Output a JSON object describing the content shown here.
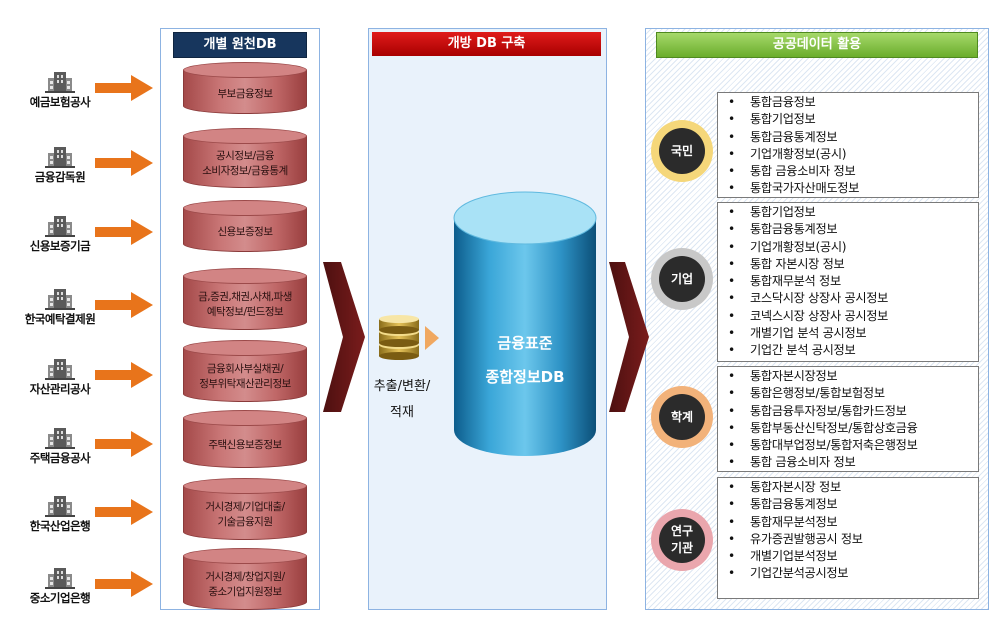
{
  "headers": {
    "left": "개별 원천DB",
    "middle": "개방 DB 구축",
    "right": "공공데이터 활용"
  },
  "institutions": [
    {
      "name": "예금보험공사",
      "icon": "building-icon"
    },
    {
      "name": "금융감독원",
      "icon": "building-icon"
    },
    {
      "name": "신용보증기금",
      "icon": "building-icon"
    },
    {
      "name": "한국예탁결제원",
      "icon": "building-icon"
    },
    {
      "name": "자산관리공사",
      "icon": "building-icon"
    },
    {
      "name": "주택금융공사",
      "icon": "building-icon"
    },
    {
      "name": "한국산업은행",
      "icon": "building-icon"
    },
    {
      "name": "중소기업은행",
      "icon": "building-icon"
    }
  ],
  "source_dbs": [
    [
      "부보금융정보"
    ],
    [
      "공시정보/금융",
      "소비자정보/금융통계"
    ],
    [
      "신용보증정보"
    ],
    [
      "금,증권,채권,사채,파생",
      "예탁정보/펀드정보"
    ],
    [
      "금융회사부실채권/",
      "정부위탁재산관리정보"
    ],
    [
      "주택신용보증정보"
    ],
    [
      "거시경제/기업대출/",
      "기술금융지원"
    ],
    [
      "거시경제/창업지원/",
      "중소기업지원정보"
    ]
  ],
  "process": {
    "label_line1": "추출/변환/",
    "label_line2": "적재",
    "central_db_line1": "금융표준",
    "central_db_line2": "종합정보DB"
  },
  "users": [
    {
      "name": [
        "국민"
      ],
      "ring_color": "#f5d77a",
      "items": [
        "통합금융정보",
        "통합기업정보",
        "통합금융통계정보",
        "기업개황정보(공시)",
        "통합 금융소비자 정보",
        "통합국가자산매도정보"
      ]
    },
    {
      "name": [
        "기업"
      ],
      "ring_color": "#c8c8c8",
      "items": [
        "통합기업정보",
        "통합금융통계정보",
        "기업개황정보(공시)",
        "통합 자본시장 정보",
        "통합재무분석 정보",
        "코스닥시장 상장사 공시정보",
        "코넥스시장 상장사 공시정보",
        "개별기업 분석 공시정보",
        "기업간 분석 공시정보"
      ]
    },
    {
      "name": [
        "학계"
      ],
      "ring_color": "#f2b27a",
      "items": [
        "통합자본시장정보",
        "통합은행정보/통합보험정보",
        "통합금융투자정보/통합카드정보",
        "통합부동산신탁정보/통합상호금융",
        "통합대부업정보/통합저축은행정보",
        "통합 금융소비자 정보"
      ]
    },
    {
      "name": [
        "연구",
        "기관"
      ],
      "ring_color": "#eaa6ad",
      "items": [
        "통합자본시장 정보",
        "통합금융통계정보",
        "통합재무분석정보",
        "유가증권발행공시 정보",
        "개별기업분석정보",
        "기업간분석공시정보"
      ]
    }
  ],
  "bullet": "•"
}
